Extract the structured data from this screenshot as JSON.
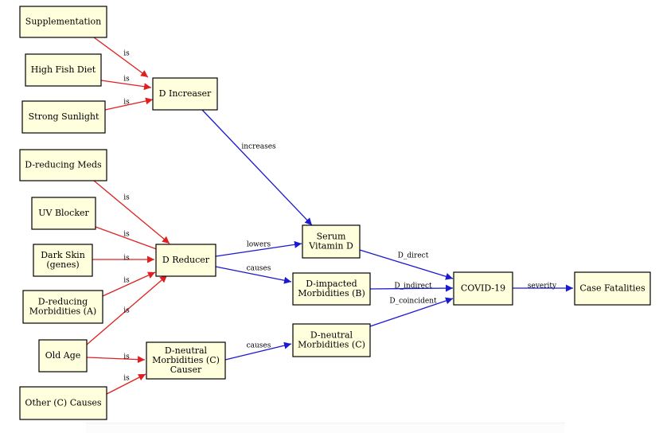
{
  "colors": {
    "node_fill": "#ffffdd",
    "node_stroke": "#000000",
    "edge_red": "#e02020",
    "edge_blue": "#1a1ad0"
  },
  "nodes": [
    {
      "id": "supplementation",
      "lines": [
        "Supplementation"
      ]
    },
    {
      "id": "high_fish_diet",
      "lines": [
        "High Fish Diet"
      ]
    },
    {
      "id": "strong_sunlight",
      "lines": [
        "Strong Sunlight"
      ]
    },
    {
      "id": "d_increaser",
      "lines": [
        "D Increaser"
      ]
    },
    {
      "id": "d_reducing_meds",
      "lines": [
        "D-reducing Meds"
      ]
    },
    {
      "id": "uv_blocker",
      "lines": [
        "UV Blocker"
      ]
    },
    {
      "id": "dark_skin",
      "lines": [
        "Dark Skin",
        "(genes)"
      ]
    },
    {
      "id": "d_reducing_morbidities",
      "lines": [
        "D-reducing",
        "Morbidities (A)"
      ]
    },
    {
      "id": "old_age",
      "lines": [
        "Old Age"
      ]
    },
    {
      "id": "other_c_causes",
      "lines": [
        "Other (C) Causes"
      ]
    },
    {
      "id": "d_reducer",
      "lines": [
        "D Reducer"
      ]
    },
    {
      "id": "d_neutral_causer",
      "lines": [
        "D-neutral",
        "Morbidities (C)",
        "Causer"
      ]
    },
    {
      "id": "serum_vitamin_d",
      "lines": [
        "Serum",
        "Vitamin D"
      ]
    },
    {
      "id": "d_impacted_morbidities",
      "lines": [
        "D-impacted",
        "Morbidities (B)"
      ]
    },
    {
      "id": "d_neutral_morbidities",
      "lines": [
        "D-neutral",
        "Morbidities (C)"
      ]
    },
    {
      "id": "covid19",
      "lines": [
        "COVID-19"
      ]
    },
    {
      "id": "case_fatalities",
      "lines": [
        "Case Fatalities"
      ]
    }
  ],
  "edges": [
    {
      "from": "supplementation",
      "to": "d_increaser",
      "label": "is",
      "color": "red"
    },
    {
      "from": "high_fish_diet",
      "to": "d_increaser",
      "label": "is",
      "color": "red"
    },
    {
      "from": "strong_sunlight",
      "to": "d_increaser",
      "label": "is",
      "color": "red"
    },
    {
      "from": "d_increaser",
      "to": "serum_vitamin_d",
      "label": "increases",
      "color": "blue"
    },
    {
      "from": "d_reducing_meds",
      "to": "d_reducer",
      "label": "is",
      "color": "red"
    },
    {
      "from": "uv_blocker",
      "to": "d_reducer",
      "label": "is",
      "color": "red"
    },
    {
      "from": "dark_skin",
      "to": "d_reducer",
      "label": "is",
      "color": "red"
    },
    {
      "from": "d_reducing_morbidities",
      "to": "d_reducer",
      "label": "is",
      "color": "red"
    },
    {
      "from": "old_age",
      "to": "d_reducer",
      "label": "is",
      "color": "red"
    },
    {
      "from": "old_age",
      "to": "d_neutral_causer",
      "label": "is",
      "color": "red"
    },
    {
      "from": "other_c_causes",
      "to": "d_neutral_causer",
      "label": "is",
      "color": "red"
    },
    {
      "from": "d_reducer",
      "to": "serum_vitamin_d",
      "label": "lowers",
      "color": "blue"
    },
    {
      "from": "d_reducer",
      "to": "d_impacted_morbidities",
      "label": "causes",
      "color": "blue"
    },
    {
      "from": "d_neutral_causer",
      "to": "d_neutral_morbidities",
      "label": "causes",
      "color": "blue"
    },
    {
      "from": "serum_vitamin_d",
      "to": "covid19",
      "label": "D_direct",
      "color": "blue"
    },
    {
      "from": "d_impacted_morbidities",
      "to": "covid19",
      "label": "D_indirect",
      "color": "blue"
    },
    {
      "from": "d_neutral_morbidities",
      "to": "covid19",
      "label": "D_coincident",
      "color": "blue"
    },
    {
      "from": "covid19",
      "to": "case_fatalities",
      "label": "severity",
      "color": "blue"
    }
  ]
}
